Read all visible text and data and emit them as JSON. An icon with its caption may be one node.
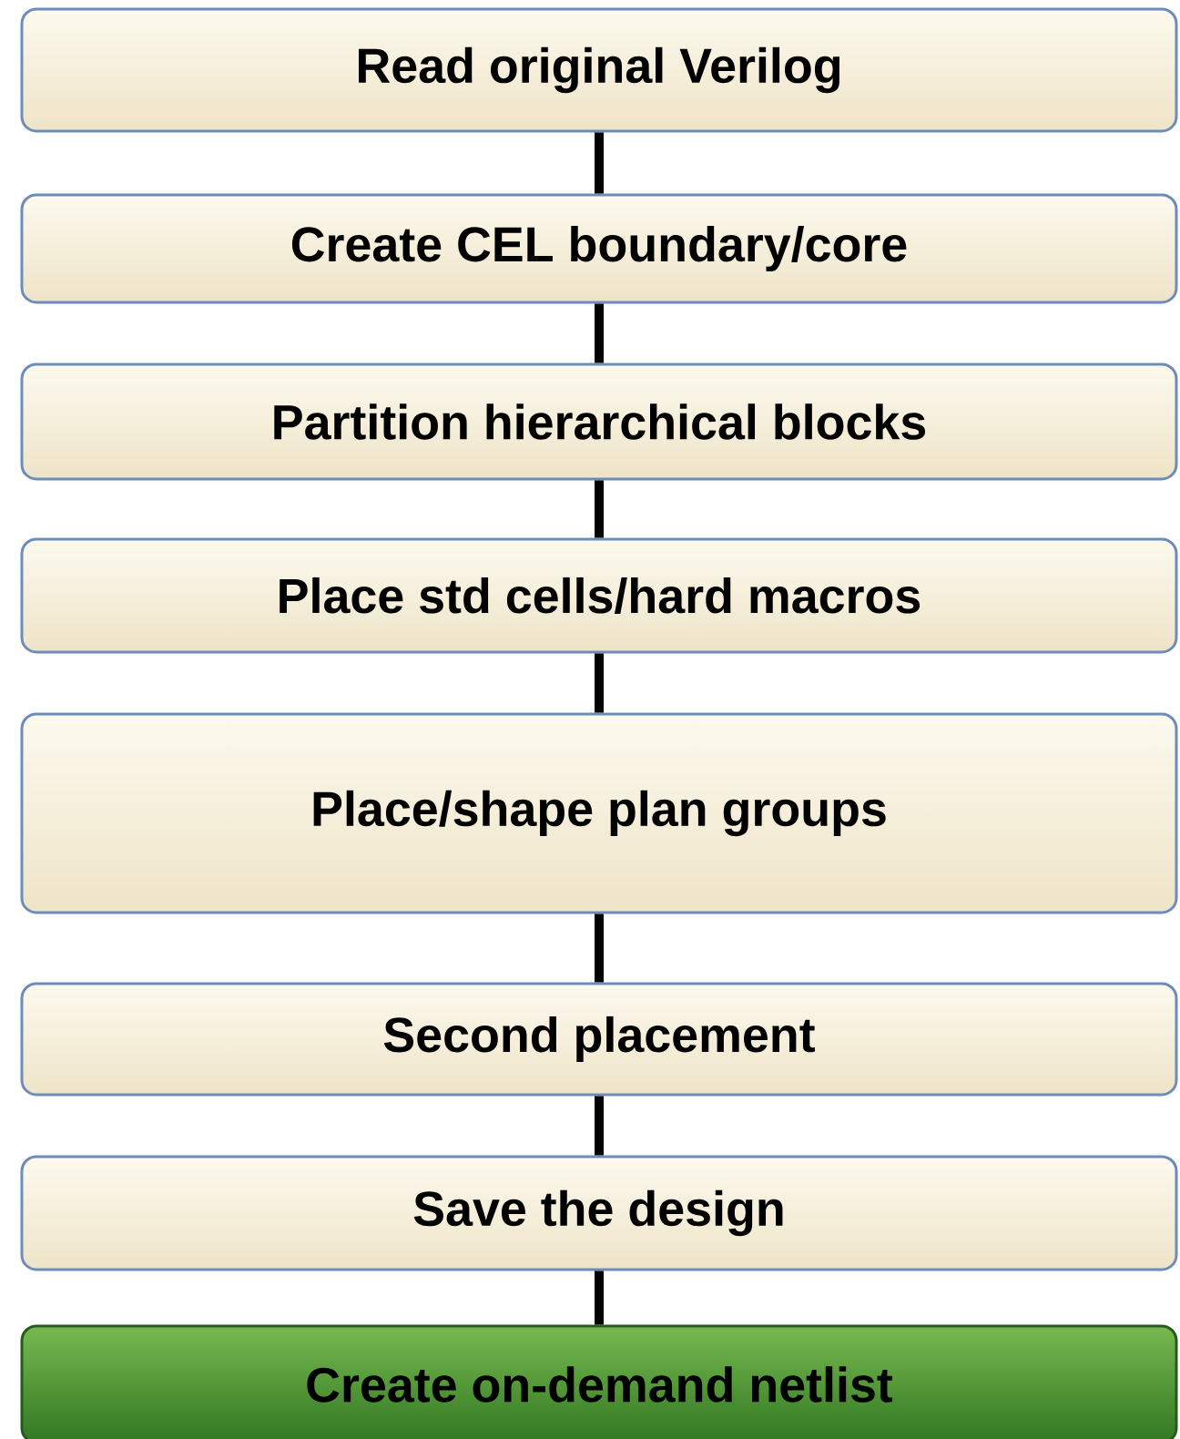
{
  "diagram": {
    "nodes": [
      {
        "text": [
          "Read original Verilog"
        ]
      },
      {
        "text": [
          "Create CEL boundary/core"
        ]
      },
      {
        "text": [
          "Partition hierarchical blocks"
        ]
      },
      {
        "text": [
          "Place std cells/hard macros"
        ]
      },
      {
        "text": [
          "Place/shape plan groups"
        ]
      },
      {
        "text": [
          "Second placement"
        ]
      },
      {
        "text": [
          "Save the design"
        ]
      },
      {
        "text": [
          "Create on-demand netlist"
        ]
      }
    ],
    "edges": [
      {
        "from": 0,
        "to": 1,
        "arrow": "none"
      },
      {
        "from": 1,
        "to": 2,
        "arrow": "none"
      },
      {
        "from": 2,
        "to": 3,
        "arrow": "none"
      },
      {
        "from": 3,
        "to": 4,
        "arrow": "none"
      },
      {
        "from": 4,
        "to": 5,
        "arrow": "none"
      },
      {
        "from": 5,
        "to": 6,
        "arrow": "none"
      },
      {
        "from": 6,
        "to": 7,
        "arrow": "none"
      }
    ]
  }
}
